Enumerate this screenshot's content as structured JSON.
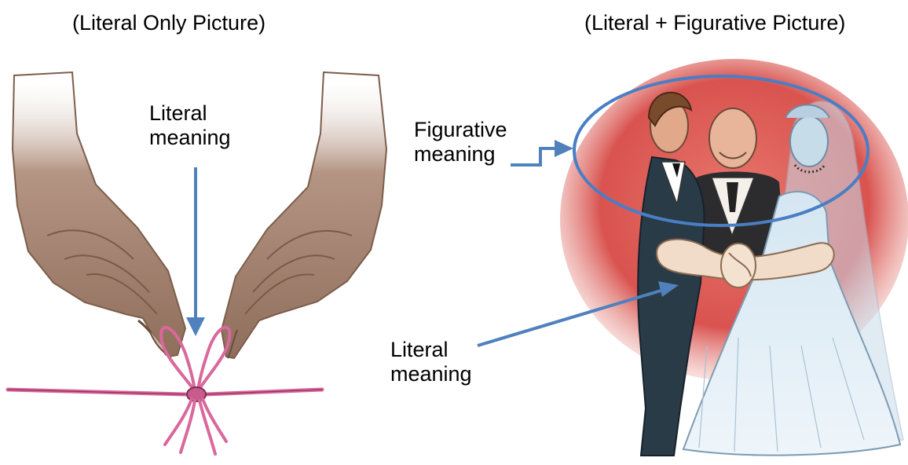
{
  "titles": {
    "left": "(Literal Only Picture)",
    "right": "(Literal + Figurative Picture)"
  },
  "annotations": {
    "left_literal": {
      "line1": "Literal",
      "line2": "meaning"
    },
    "figurative": {
      "line1": "Figurative",
      "line2": "meaning"
    },
    "right_literal": {
      "line1": "Literal",
      "line2": "meaning"
    }
  },
  "colors": {
    "arrow": "#4f81bd",
    "ellipse": "#4a7ec4",
    "ribbon": "#d9689c",
    "backdrop": "#d9534f",
    "skin": "#9c7a63"
  },
  "icons": {
    "left_image": "hands-tying-ribbon-illustration",
    "right_image": "wedding-couple-knot-illustration"
  }
}
